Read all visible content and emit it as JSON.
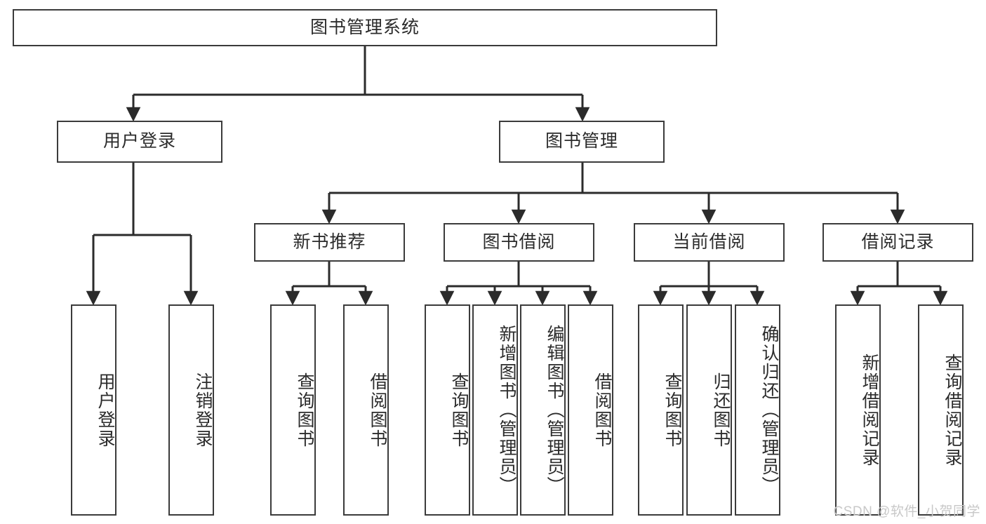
{
  "diagram": {
    "title": "图书管理系统",
    "type": "hierarchy-tree",
    "watermark": "CSDN @软件_小贺同学",
    "colors": {
      "box_border": "#3b3b3b",
      "box_fill": "#ffffff",
      "connector": "#2b2b2b",
      "text": "#2b2b2b",
      "watermark": "#c8c8c8",
      "background": "#ffffff"
    },
    "levels": {
      "root": {
        "label": "图书管理系统"
      },
      "level2": [
        {
          "id": "user-login",
          "label": "用户登录"
        },
        {
          "id": "book-management",
          "label": "图书管理"
        }
      ],
      "level3": [
        {
          "id": "new-book-recommend",
          "label": "新书推荐",
          "parent": "book-management"
        },
        {
          "id": "book-borrow",
          "label": "图书借阅",
          "parent": "book-management"
        },
        {
          "id": "current-borrow",
          "label": "当前借阅",
          "parent": "book-management"
        },
        {
          "id": "borrow-record",
          "label": "借阅记录",
          "parent": "book-management"
        }
      ],
      "leaves": [
        {
          "id": "leaf-user-login",
          "label": "用户登录",
          "parent": "user-login"
        },
        {
          "id": "leaf-logout-login",
          "label": "注销登录",
          "parent": "user-login"
        },
        {
          "id": "leaf-query-book-1",
          "label": "查询图书",
          "parent": "new-book-recommend"
        },
        {
          "id": "leaf-borrow-book-1",
          "label": "借阅图书",
          "parent": "new-book-recommend"
        },
        {
          "id": "leaf-query-book-2",
          "label": "查询图书",
          "parent": "book-borrow"
        },
        {
          "id": "leaf-add-book",
          "label": "新增图书（管理员）",
          "parent": "book-borrow"
        },
        {
          "id": "leaf-edit-book",
          "label": "编辑图书（管理员）",
          "parent": "book-borrow"
        },
        {
          "id": "leaf-borrow-book-2",
          "label": "借阅图书",
          "parent": "book-borrow"
        },
        {
          "id": "leaf-query-book-3",
          "label": "查询图书",
          "parent": "current-borrow"
        },
        {
          "id": "leaf-return-book",
          "label": "归还图书",
          "parent": "current-borrow"
        },
        {
          "id": "leaf-confirm-return",
          "label": "确认归还（管理员）",
          "parent": "current-borrow"
        },
        {
          "id": "leaf-add-record",
          "label": "新增借阅记录",
          "parent": "borrow-record"
        },
        {
          "id": "leaf-query-record",
          "label": "查询借阅记录",
          "parent": "borrow-record"
        }
      ]
    }
  }
}
